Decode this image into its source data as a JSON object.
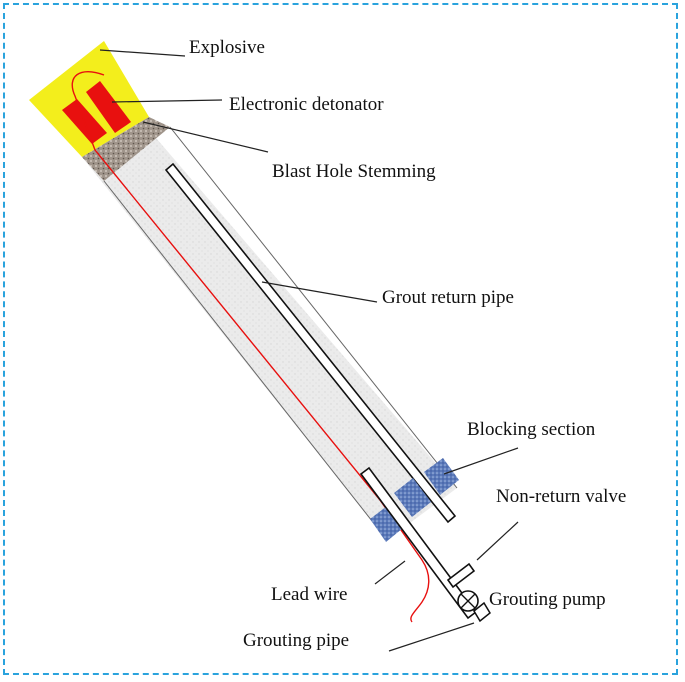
{
  "labels": {
    "explosive": "Explosive",
    "detonator": "Electronic detonator",
    "stemming": "Blast Hole Stemming",
    "grout_return_pipe": "Grout return pipe",
    "blocking_section": "Blocking section",
    "non_return_valve": "Non-return valve",
    "grouting_pump": "Grouting pump",
    "lead_wire": "Lead wire",
    "grouting_pipe": "Grouting pipe"
  },
  "colors": {
    "frame": "#2aa3dd",
    "explosive": "#f3ee1c",
    "detonator": "#e8100f",
    "stemming": "#9a8f86",
    "grout_fill": "#ececec",
    "blocking": "#5a78b8",
    "lead_wire": "#e8100f",
    "outline": "#111111"
  }
}
